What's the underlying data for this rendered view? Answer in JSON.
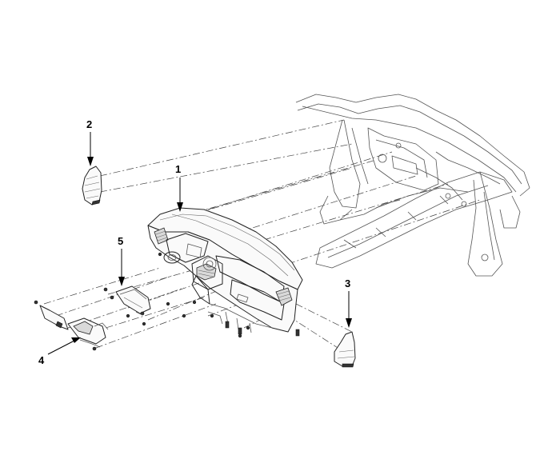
{
  "callouts": [
    {
      "id": "1",
      "text": "1"
    },
    {
      "id": "2",
      "text": "2"
    },
    {
      "id": "3",
      "text": "3"
    },
    {
      "id": "4",
      "text": "4"
    },
    {
      "id": "5",
      "text": "5"
    }
  ],
  "colors": {
    "line": "#222222",
    "background": "#ffffff",
    "shade": "#d9d9d9"
  }
}
